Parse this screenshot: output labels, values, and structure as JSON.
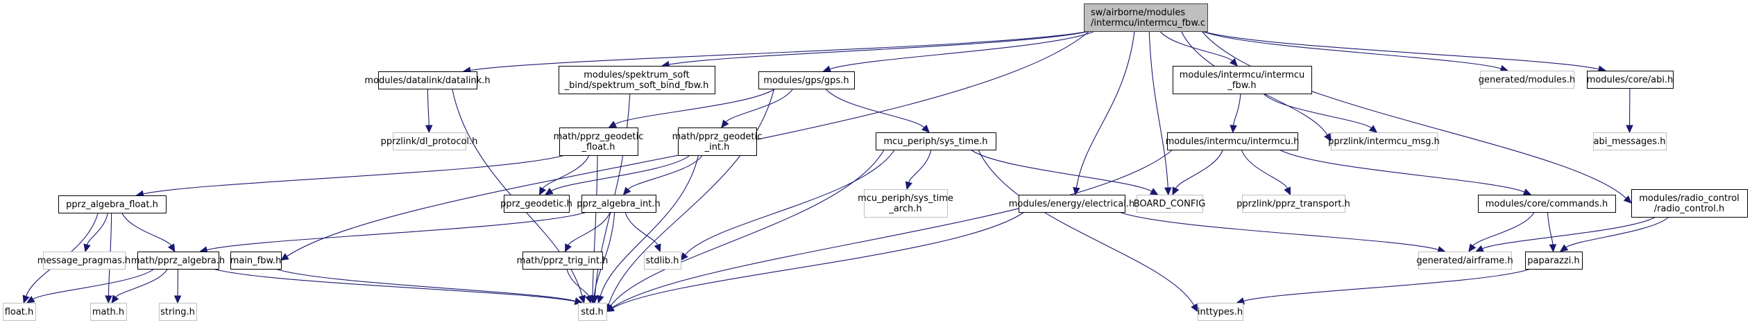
{
  "title": "Include dependency graph for intermcu_fbw.c",
  "colors": {
    "edge": "#191970",
    "root_fill": "#bfbfbf",
    "documented_border": "#000000",
    "external_border": "#bfbfbf"
  },
  "nodes": [
    {
      "id": "root",
      "lines": [
        "sw/airborne/modules",
        "/intermcu/intermcu_fbw.c"
      ],
      "kind": "root"
    },
    {
      "id": "datalink",
      "lines": [
        "modules/datalink/datalink.h"
      ],
      "kind": "doc"
    },
    {
      "id": "spektrum",
      "lines": [
        "modules/spektrum_soft",
        "_bind/spektrum_soft_bind_fbw.h"
      ],
      "kind": "doc"
    },
    {
      "id": "gps",
      "lines": [
        "modules/gps/gps.h"
      ],
      "kind": "doc"
    },
    {
      "id": "intermcu_fbw_h",
      "lines": [
        "modules/intermcu/intermcu",
        "_fbw.h"
      ],
      "kind": "doc"
    },
    {
      "id": "gen_modules",
      "lines": [
        "generated/modules.h"
      ],
      "kind": "ext"
    },
    {
      "id": "abi",
      "lines": [
        "modules/core/abi.h"
      ],
      "kind": "doc"
    },
    {
      "id": "dl_protocol",
      "lines": [
        "pprzlink/dl_protocol.h"
      ],
      "kind": "ext"
    },
    {
      "id": "abi_messages",
      "lines": [
        "abi_messages.h"
      ],
      "kind": "ext"
    },
    {
      "id": "geo_float",
      "lines": [
        "math/pprz_geodetic",
        "_float.h"
      ],
      "kind": "doc"
    },
    {
      "id": "geo_int",
      "lines": [
        "math/pprz_geodetic",
        "_int.h"
      ],
      "kind": "doc"
    },
    {
      "id": "sys_time",
      "lines": [
        "mcu_periph/sys_time.h"
      ],
      "kind": "doc"
    },
    {
      "id": "intermcu_h",
      "lines": [
        "modules/intermcu/intermcu.h"
      ],
      "kind": "doc"
    },
    {
      "id": "intermcu_msg",
      "lines": [
        "pprzlink/intermcu_msg.h"
      ],
      "kind": "ext"
    },
    {
      "id": "alg_float",
      "lines": [
        "pprz_algebra_float.h"
      ],
      "kind": "doc"
    },
    {
      "id": "geodetic",
      "lines": [
        "pprz_geodetic.h"
      ],
      "kind": "doc"
    },
    {
      "id": "alg_int",
      "lines": [
        "pprz_algebra_int.h"
      ],
      "kind": "doc"
    },
    {
      "id": "sys_time_arch",
      "lines": [
        "mcu_periph/sys_time",
        "_arch.h"
      ],
      "kind": "ext"
    },
    {
      "id": "electrical",
      "lines": [
        "modules/energy/electrical.h"
      ],
      "kind": "doc"
    },
    {
      "id": "board_config",
      "lines": [
        "BOARD_CONFIG"
      ],
      "kind": "ext"
    },
    {
      "id": "pprz_transport",
      "lines": [
        "pprzlink/pprz_transport.h"
      ],
      "kind": "ext"
    },
    {
      "id": "commands",
      "lines": [
        "modules/core/commands.h"
      ],
      "kind": "doc"
    },
    {
      "id": "radio_control",
      "lines": [
        "modules/radio_control",
        "/radio_control.h"
      ],
      "kind": "doc"
    },
    {
      "id": "msg_pragmas",
      "lines": [
        "message_pragmas.h"
      ],
      "kind": "ext"
    },
    {
      "id": "algebra",
      "lines": [
        "math/pprz_algebra.h"
      ],
      "kind": "doc"
    },
    {
      "id": "main_fbw",
      "lines": [
        "main_fbw.h"
      ],
      "kind": "doc"
    },
    {
      "id": "trig_int",
      "lines": [
        "math/pprz_trig_int.h"
      ],
      "kind": "doc"
    },
    {
      "id": "stdlib",
      "lines": [
        "stdlib.h"
      ],
      "kind": "ext"
    },
    {
      "id": "airframe",
      "lines": [
        "generated/airframe.h"
      ],
      "kind": "ext"
    },
    {
      "id": "paparazzi",
      "lines": [
        "paparazzi.h"
      ],
      "kind": "doc"
    },
    {
      "id": "float_h",
      "lines": [
        "float.h"
      ],
      "kind": "ext"
    },
    {
      "id": "math_h",
      "lines": [
        "math.h"
      ],
      "kind": "ext"
    },
    {
      "id": "string_h",
      "lines": [
        "string.h"
      ],
      "kind": "ext"
    },
    {
      "id": "std_h",
      "lines": [
        "std.h"
      ],
      "kind": "ext"
    },
    {
      "id": "inttypes",
      "lines": [
        "inttypes.h"
      ],
      "kind": "ext"
    }
  ],
  "edges": [
    [
      "root",
      "datalink"
    ],
    [
      "root",
      "spektrum"
    ],
    [
      "root",
      "gps"
    ],
    [
      "root",
      "main_fbw"
    ],
    [
      "root",
      "electrical"
    ],
    [
      "root",
      "board_config"
    ],
    [
      "root",
      "intermcu_fbw_h"
    ],
    [
      "root",
      "intermcu_msg"
    ],
    [
      "root",
      "gen_modules"
    ],
    [
      "root",
      "abi"
    ],
    [
      "root",
      "radio_control"
    ],
    [
      "datalink",
      "dl_protocol"
    ],
    [
      "datalink",
      "std_h"
    ],
    [
      "spektrum",
      "std_h"
    ],
    [
      "gps",
      "geo_float"
    ],
    [
      "gps",
      "geo_int"
    ],
    [
      "gps",
      "sys_time"
    ],
    [
      "gps",
      "std_h"
    ],
    [
      "geo_float",
      "alg_float"
    ],
    [
      "geo_float",
      "geodetic"
    ],
    [
      "geo_float",
      "std_h"
    ],
    [
      "geo_int",
      "geodetic"
    ],
    [
      "geo_int",
      "alg_int"
    ],
    [
      "geo_int",
      "std_h"
    ],
    [
      "sys_time",
      "sys_time_arch"
    ],
    [
      "sys_time",
      "stdlib"
    ],
    [
      "sys_time",
      "std_h"
    ],
    [
      "sys_time",
      "board_config"
    ],
    [
      "sys_time",
      "inttypes"
    ],
    [
      "intermcu_fbw_h",
      "intermcu_h"
    ],
    [
      "intermcu_fbw_h",
      "intermcu_msg"
    ],
    [
      "intermcu_h",
      "board_config"
    ],
    [
      "intermcu_h",
      "pprz_transport"
    ],
    [
      "intermcu_h",
      "commands"
    ],
    [
      "intermcu_h",
      "std_h"
    ],
    [
      "abi",
      "abi_messages"
    ],
    [
      "alg_float",
      "msg_pragmas"
    ],
    [
      "alg_float",
      "algebra"
    ],
    [
      "alg_float",
      "float_h"
    ],
    [
      "alg_float",
      "math_h"
    ],
    [
      "alg_int",
      "algebra"
    ],
    [
      "alg_int",
      "trig_int"
    ],
    [
      "alg_int",
      "stdlib"
    ],
    [
      "alg_int",
      "std_h"
    ],
    [
      "algebra",
      "float_h"
    ],
    [
      "algebra",
      "math_h"
    ],
    [
      "algebra",
      "string_h"
    ],
    [
      "algebra",
      "std_h"
    ],
    [
      "main_fbw",
      "std_h"
    ],
    [
      "trig_int",
      "std_h"
    ],
    [
      "electrical",
      "airframe"
    ],
    [
      "electrical",
      "std_h"
    ],
    [
      "commands",
      "airframe"
    ],
    [
      "commands",
      "paparazzi"
    ],
    [
      "radio_control",
      "airframe"
    ],
    [
      "radio_control",
      "paparazzi"
    ],
    [
      "paparazzi",
      "inttypes"
    ]
  ]
}
